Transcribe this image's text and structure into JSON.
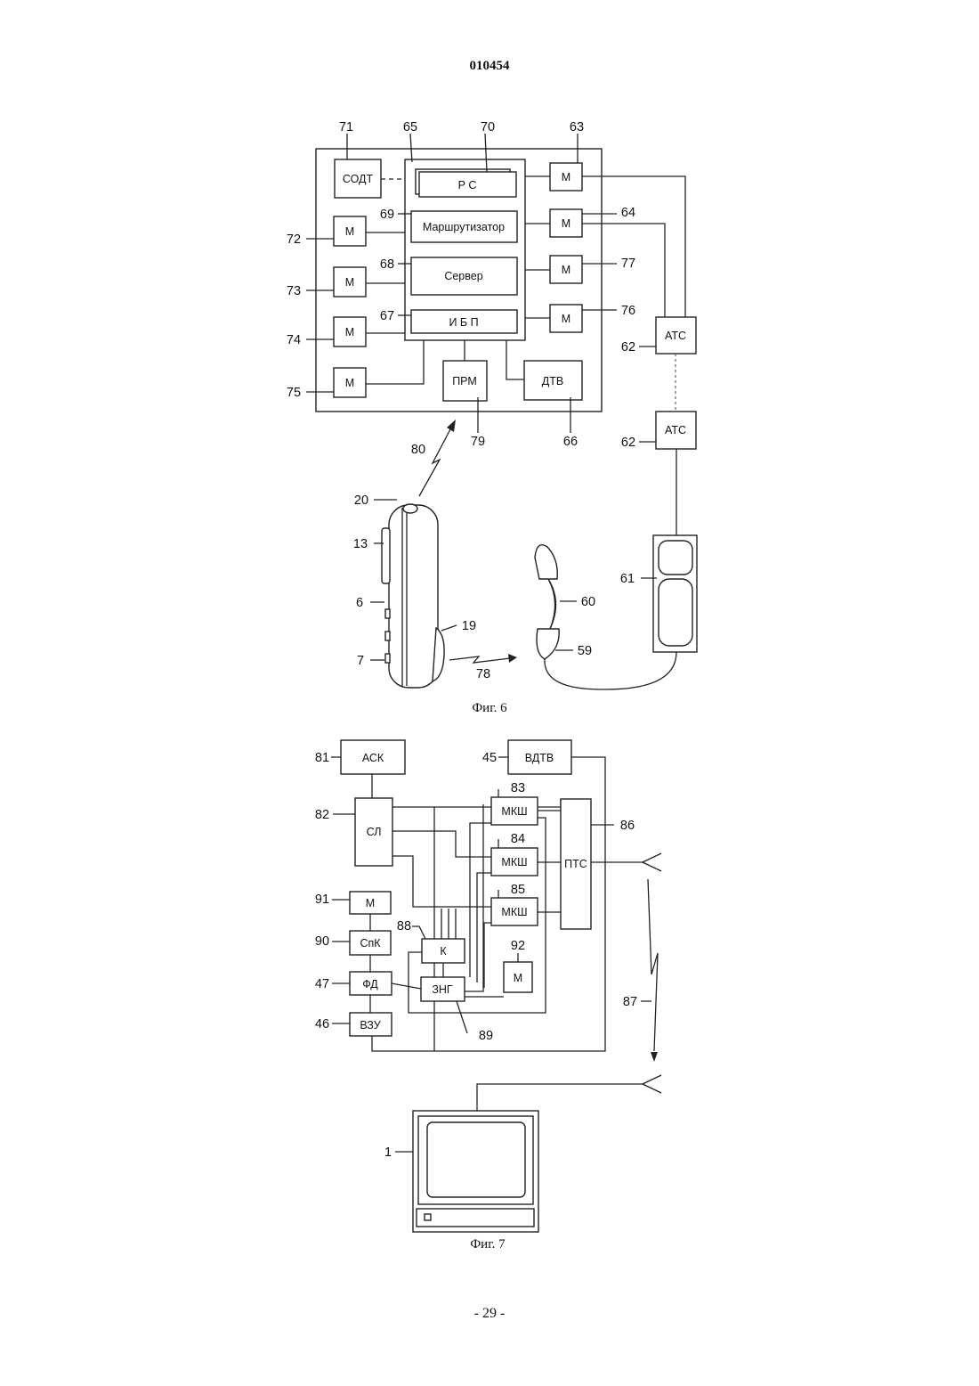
{
  "header": {
    "doc_number": "010454"
  },
  "footer": {
    "page_number": "- 29 -"
  },
  "fig6": {
    "caption": "Фиг. 6",
    "blocks": {
      "sodt": "СОДТ",
      "rs": "Р С",
      "router": "Маршрутизатор",
      "server": "Сервер",
      "ibp": "И Б П",
      "prm": "ПРМ",
      "dtv": "ДТВ",
      "ats_top": "АТС",
      "ats_bottom": "АТС",
      "m": "М"
    },
    "refs": {
      "r71": "71",
      "r65": "65",
      "r70": "70",
      "r63": "63",
      "r69": "69",
      "r64": "64",
      "r72": "72",
      "r68": "68",
      "r77": "77",
      "r73": "73",
      "r67": "67",
      "r76": "76",
      "r74": "74",
      "r62a": "62",
      "r75": "75",
      "r79": "79",
      "r66": "66",
      "r80": "80",
      "r62b": "62",
      "r20": "20",
      "r13": "13",
      "r61": "61",
      "r60": "60",
      "r6": "6",
      "r19": "19",
      "r7": "7",
      "r59": "59",
      "r78": "78"
    }
  },
  "fig7": {
    "caption": "Фиг. 7",
    "blocks": {
      "ask": "АСК",
      "vdtv": "ВДТВ",
      "sl": "СЛ",
      "mksh": "МКШ",
      "pts": "ПТС",
      "m": "М",
      "spk": "СпК",
      "k": "К",
      "fd": "ФД",
      "zng": "ЗНГ",
      "vzu": "ВЗУ"
    },
    "refs": {
      "r81": "81",
      "r45": "45",
      "r83": "83",
      "r82": "82",
      "r86": "86",
      "r84": "84",
      "r85": "85",
      "r91": "91",
      "r88": "88",
      "r90": "90",
      "r92": "92",
      "r47": "47",
      "r87": "87",
      "r46": "46",
      "r89": "89",
      "r1": "1"
    }
  }
}
